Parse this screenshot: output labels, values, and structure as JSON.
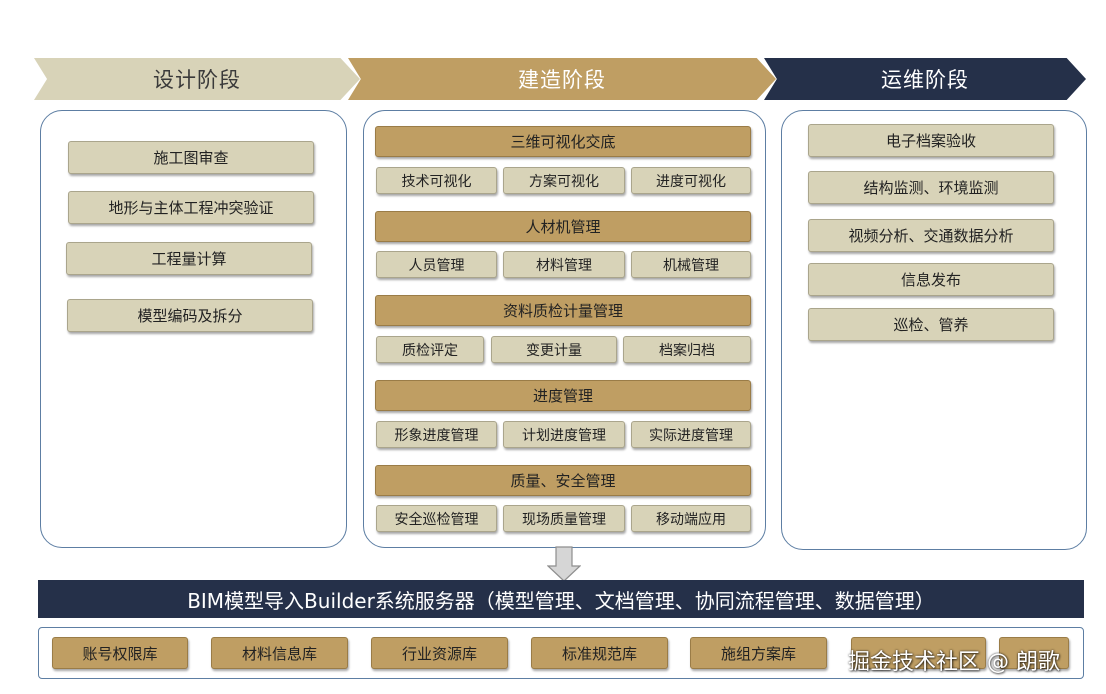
{
  "phases": {
    "design": "设计阶段",
    "build": "建造阶段",
    "ops": "运维阶段"
  },
  "design_items": [
    "施工图审查",
    "地形与主体工程冲突验证",
    "工程量计算",
    "模型编码及拆分"
  ],
  "build_groups": [
    {
      "title": "三维可视化交底",
      "items": [
        "技术可视化",
        "方案可视化",
        "进度可视化"
      ]
    },
    {
      "title": "人材机管理",
      "items": [
        "人员管理",
        "材料管理",
        "机械管理"
      ]
    },
    {
      "title": "资料质检计量管理",
      "items": [
        "质检评定",
        "变更计量",
        "档案归档"
      ]
    },
    {
      "title": "进度管理",
      "items": [
        "形象进度管理",
        "计划进度管理",
        "实际进度管理"
      ]
    },
    {
      "title": "质量、安全管理",
      "items": [
        "安全巡检管理",
        "现场质量管理",
        "移动端应用"
      ]
    }
  ],
  "ops_items": [
    "电子档案验收",
    "结构监测、环境监测",
    "视频分析、交通数据分析",
    "信息发布",
    "巡检、管养"
  ],
  "server": "BIM模型导入Builder系统服务器（模型管理、文档管理、协同流程管理、数据管理）",
  "databases": [
    "账号权限库",
    "材料信息库",
    "行业资源库",
    "标准规范库",
    "施组方案库",
    "",
    ""
  ],
  "watermark": "掘金技术社区 @ 朗歌",
  "colors": {
    "gold": "#bf9e63",
    "beige": "#d8d3b8",
    "navy": "#253049",
    "border": "#5d7ea3"
  }
}
